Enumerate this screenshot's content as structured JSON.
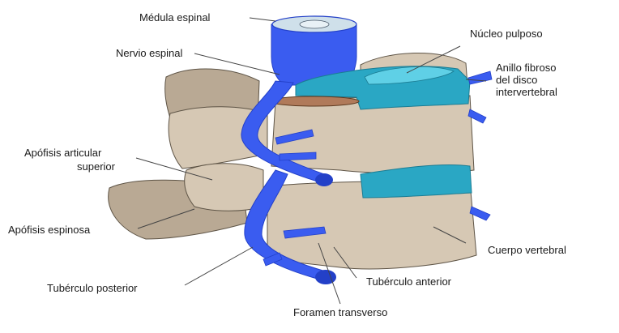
{
  "diagram": {
    "labels": {
      "medula_espinal": "Médula espinal",
      "nervio_espinal": "Nervio espinal",
      "apofisis_articular_superior_1": "Apófisis articular",
      "apofisis_articular_superior_2": "superior",
      "apofisis_espinosa": "Apófisis espinosa",
      "tuberculo_posterior": "Tubérculo posterior",
      "foramen_transverso": "Foramen transverso",
      "tuberculo_anterior": "Tubérculo anterior",
      "cuerpo_vertebral": "Cuerpo vertebral",
      "nucleo_pulposo": "Núcleo pulposo",
      "anillo_fibroso_1": "Anillo fibroso",
      "anillo_fibroso_2": "del disco",
      "anillo_fibroso_3": "intervertebral"
    },
    "colors": {
      "bone": "#d6c8b4",
      "bone_shadow": "#b9a994",
      "bone_outline": "#5e5446",
      "nerve": "#3a5cf0",
      "nerve_dark": "#2340c8",
      "disc": "#2aa7c4",
      "disc_light": "#5fd0e6",
      "cord_top": "#cfe0ea"
    }
  }
}
